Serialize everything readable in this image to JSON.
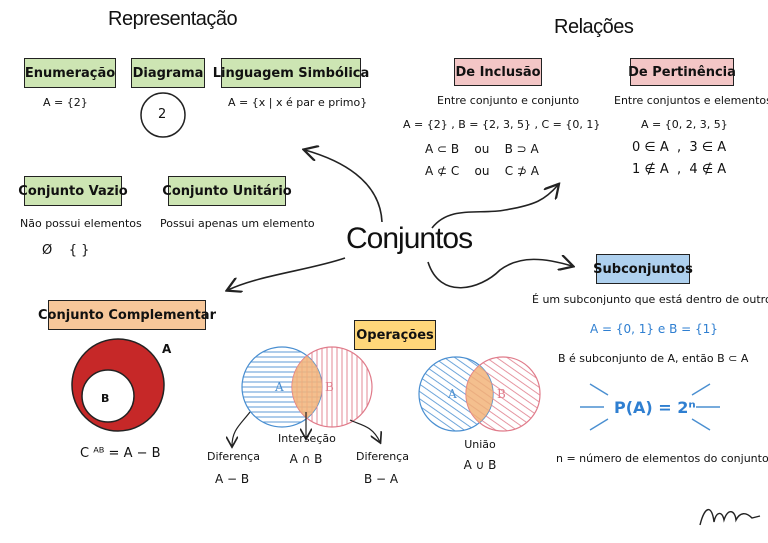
{
  "representacao": {
    "title": "Representação",
    "enumeracao": {
      "label": "Enumeração",
      "example": "A = {2}"
    },
    "diagrama": {
      "label": "Diagrama",
      "value": "2"
    },
    "linguagem": {
      "label": "Linguagem Simbólica",
      "example": "A = {x | x é par e primo}"
    },
    "vazio": {
      "label": "Conjunto Vazio",
      "desc": "Não possui elementos",
      "symbols": "Ø    { }"
    },
    "unitario": {
      "label": "Conjunto Unitário",
      "desc": "Possui apenas um elemento"
    }
  },
  "relacoes": {
    "title": "Relações",
    "inclusao": {
      "label": "De Inclusão",
      "desc": "Entre conjunto e conjunto",
      "sets": "A = {2} , B = {2, 3, 5} , C = {0, 1}",
      "line1": "A ⊂ B    ou    B ⊃ A",
      "line2": "A ⊄ C    ou    C ⊅ A"
    },
    "pertinencia": {
      "label": "De Pertinência",
      "desc": "Entre conjuntos e elementos",
      "set": "A = {0, 2, 3, 5}",
      "line1": "0 ∈ A  ,  3 ∈ A",
      "line2": "1 ∉ A  ,  4 ∉ A"
    }
  },
  "central": {
    "title": "Conjuntos"
  },
  "complementar": {
    "label": "Conjunto Complementar",
    "label_a": "A",
    "label_b": "B",
    "formula": "C ᴬᴮ = A − B"
  },
  "operacoes": {
    "label": "Operações",
    "venn_a": "A",
    "venn_b": "B",
    "diferenca1": {
      "label": "Diferença",
      "expr": "A − B"
    },
    "intersecao": {
      "label": "Interseção",
      "expr": "A ∩ B"
    },
    "diferenca2": {
      "label": "Diferença",
      "expr": "B − A"
    },
    "uniao": {
      "label": "União",
      "expr": "A ∪ B"
    }
  },
  "subconjuntos": {
    "label": "Subconjuntos",
    "desc": "É um subconjunto que está dentro de outro.",
    "example": "A = {0, 1} e B = {1}",
    "statement": "B é subconjunto de A, então B ⊂ A",
    "formula": "P(A) = 2ⁿ",
    "note": "n = número de elementos do conjunto"
  },
  "colors": {
    "green": "#cde5b3",
    "pink": "#f3c6c6",
    "orange": "#f7c79a",
    "yellow": "#ffd77a",
    "blue": "#aed0ee",
    "red": "#c62828",
    "venn_blue": "#4a8fd1",
    "venn_pink": "#e07b8a",
    "venn_overlap": "#f2b47a"
  }
}
